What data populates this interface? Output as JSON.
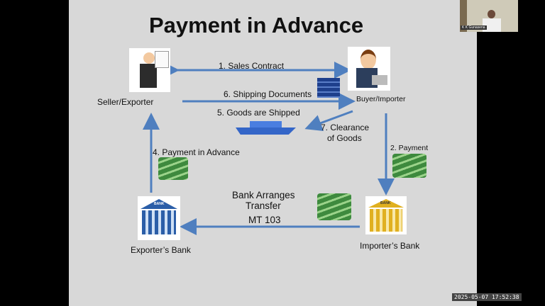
{
  "slide": {
    "title": "Payment in Advance",
    "parties": {
      "seller": "Seller/Exporter",
      "buyer": "Buyer/Importer",
      "exporter_bank": "Exporter’s Bank",
      "importer_bank": "Importer’s Bank",
      "bank_sign": "BANK"
    },
    "steps": {
      "s1": "1. Sales Contract",
      "s2": "2. Payment",
      "s4": "4. Payment in Advance",
      "s5": "5. Goods are Shipped",
      "s6": "6. Shipping Documents",
      "s7a": "7. Clearance",
      "s7b": "of Goods",
      "bank1": "Bank Arranges",
      "bank2": "Transfer",
      "mt": "MT 103"
    }
  },
  "video": {
    "participant_name": "K K Gunasena"
  },
  "timestamp": "2025-05-07 17:52:38",
  "colors": {
    "arrow": "#4f7fbf",
    "slide_bg": "#d8d8d8"
  }
}
